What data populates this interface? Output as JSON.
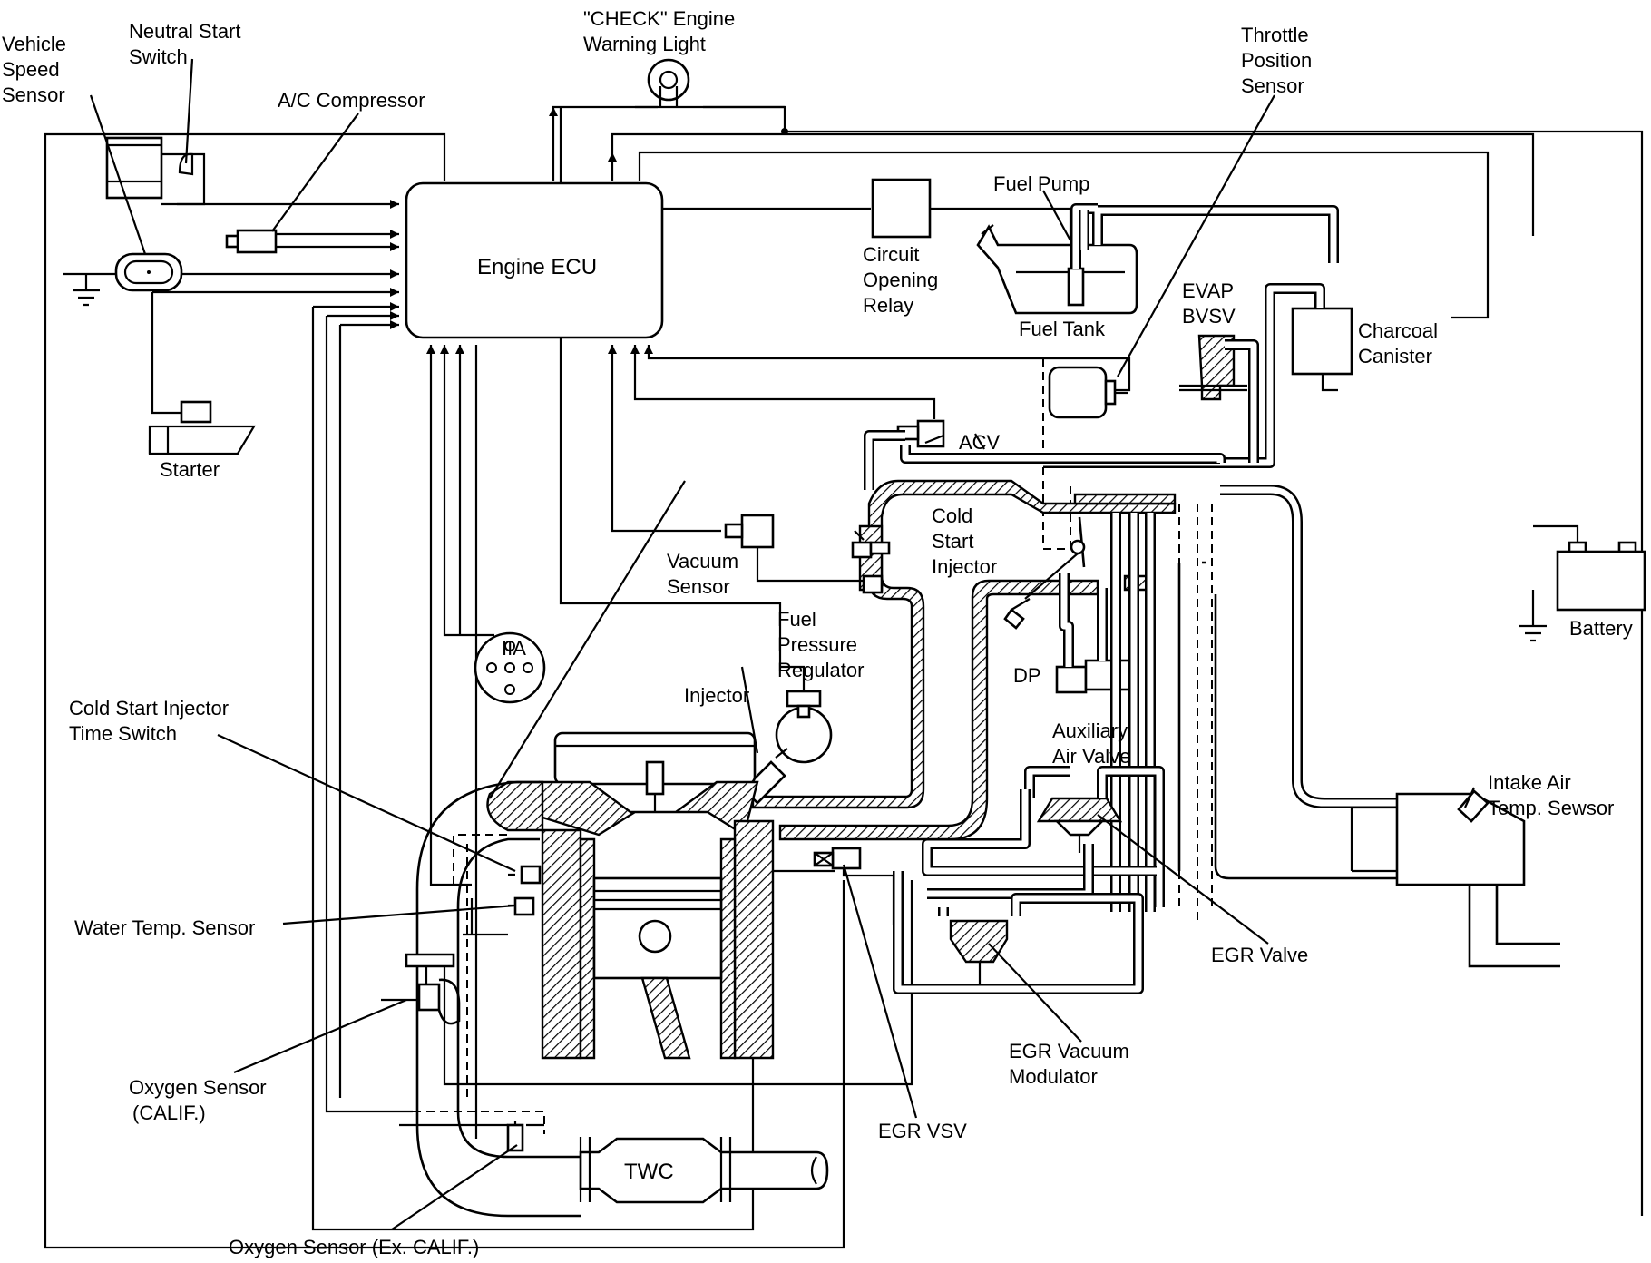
{
  "labels": {
    "vehicle_speed_sensor": [
      "Vehicle",
      "Speed",
      "Sensor"
    ],
    "neutral_start_switch": [
      "Neutral Start",
      "Switch"
    ],
    "check_engine_light": [
      "\"CHECK\" Engine",
      "Warning Light"
    ],
    "ac_compressor": "A/C Compressor",
    "throttle_position_sensor": [
      "Throttle",
      "Position",
      "Sensor"
    ],
    "engine_ecu": "Engine ECU",
    "fuel_pump": "Fuel Pump",
    "circuit_opening_relay": [
      "Circuit",
      "Opening",
      "Relay"
    ],
    "fuel_tank": "Fuel Tank",
    "evap_bvsv": [
      "EVAP",
      "BVSV"
    ],
    "charcoal_canister": [
      "Charcoal",
      "Canister"
    ],
    "starter": "Starter",
    "acv": "ACV",
    "cold_start_injector": [
      "Cold",
      "Start",
      "Injector"
    ],
    "vacuum_sensor": [
      "Vacuum",
      "Sensor"
    ],
    "battery": "Battery",
    "iia": "IIA",
    "fuel_pressure_regulator": [
      "Fuel",
      "Pressure",
      "Regulator"
    ],
    "dp": "DP",
    "cold_start_injector_time_switch": [
      "Cold Start Injector",
      "Time Switch"
    ],
    "injector": "Injector",
    "auxiliary_air_valve": [
      "Auxiliary",
      "Air Valve"
    ],
    "intake_air_temp_sensor": [
      "Intake Air",
      "Temp. Sewsor"
    ],
    "water_temp_sensor": "Water Temp. Sensor",
    "egr_valve": "EGR Valve",
    "oxygen_sensor_calif": [
      "Oxygen Sensor",
      "(CALIF.)"
    ],
    "egr_vacuum_modulator": [
      "EGR Vacuum",
      "Modulator"
    ],
    "egr_vsv": "EGR VSV",
    "twc": "TWC",
    "oxygen_sensor_ex_calif": "Oxygen Sensor (Ex. CALIF.)"
  }
}
